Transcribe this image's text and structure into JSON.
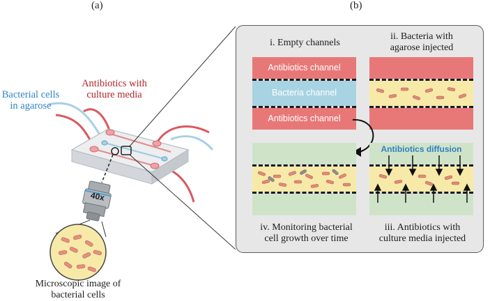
{
  "panels": {
    "a": "(a)",
    "b": "(b)"
  },
  "left": {
    "bacterial_cells_label": [
      "Bacterial cells",
      "in agarose"
    ],
    "antibiotics_label": [
      "Antibiotics with",
      "culture media"
    ],
    "objective_label": "40x",
    "microscope_caption": [
      "Microscopic image of",
      "bacterial cells"
    ]
  },
  "steps": {
    "i": "i. Empty channels",
    "ii": [
      "ii. Bacteria with",
      "agarose injected"
    ],
    "iii": [
      "iii. Antibiotics with",
      "culture media injected"
    ],
    "iv": [
      "iv. Monitoring bacterial",
      "cell growth over time"
    ]
  },
  "channels": {
    "antibiotics_top": "Antibiotics channel",
    "bacteria": "Bacteria channel",
    "antibiotics_bottom": "Antibiotics channel"
  },
  "diffusion_label": "Antibiotics diffusion",
  "colors": {
    "antibiotics_channel": "#e87878",
    "bacteria_channel": "#a8d3e3",
    "agarose": "#f7eaa8",
    "culture_media": "#cfe3c8",
    "bacteria_cell": "#e08a7a",
    "diffusion_text": "#2f7fc0",
    "panel_bg": "#e7e7e7"
  }
}
